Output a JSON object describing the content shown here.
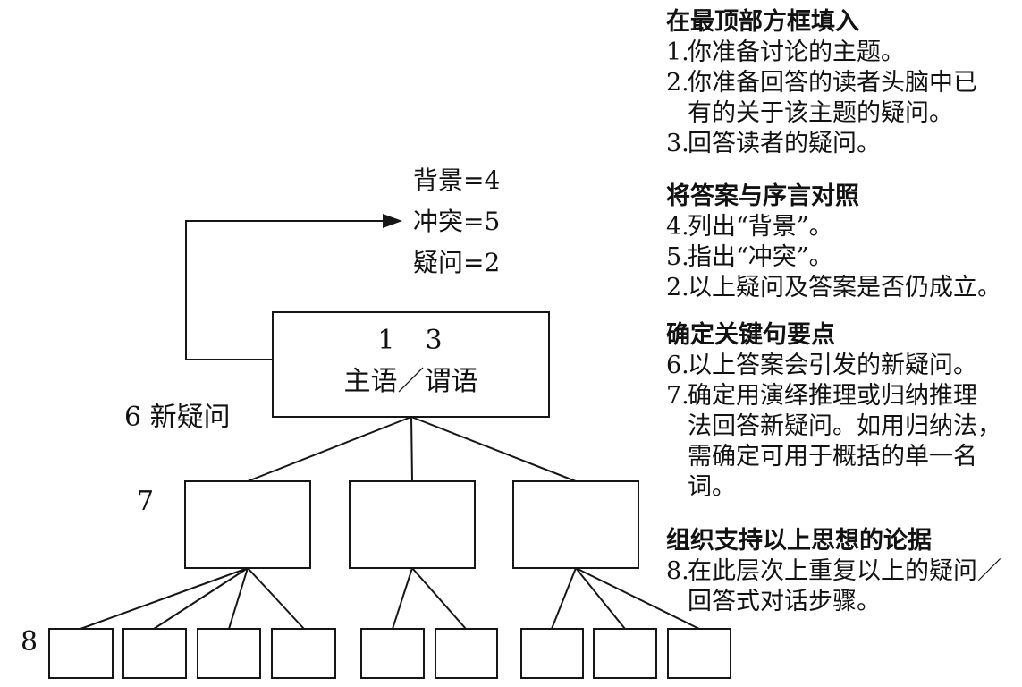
{
  "diagram": {
    "preface_labels": {
      "background": "背景=4",
      "conflict": "冲突=5",
      "question": "疑问=2"
    },
    "side_labels": {
      "new_question": "6 新疑问",
      "step7": "7",
      "step8": "8"
    },
    "top_box": {
      "numbers": "1　3",
      "text": "主语／谓语"
    }
  },
  "right_column": {
    "sections": [
      {
        "title": "在最顶部方框填入",
        "items": [
          {
            "num": "1.",
            "text": "你准备讨论的主题。"
          },
          {
            "num": "2.",
            "text": "你准备回答的读者头脑中已\n有的关于该主题的疑问。"
          },
          {
            "num": "3.",
            "text": "回答读者的疑问。"
          }
        ]
      },
      {
        "title": "将答案与序言对照",
        "items": [
          {
            "num": "4.",
            "text": "列出“背景”。"
          },
          {
            "num": "5.",
            "text": "指出“冲突”。"
          },
          {
            "num": "2.",
            "text": "以上疑问及答案是否仍成立。"
          }
        ]
      },
      {
        "title": "确定关键句要点",
        "items": [
          {
            "num": "6.",
            "text": "以上答案会引发的新疑问。"
          },
          {
            "num": "7.",
            "text": "确定用演绎推理或归纳推理\n法回答新疑问。如用归纳法，\n需确定可用于概括的单一名\n词。"
          }
        ]
      },
      {
        "title": "组织支持以上思想的论据",
        "items": [
          {
            "num": "8.",
            "text": "在此层次上重复以上的疑问／\n回答式对话步骤。"
          }
        ]
      }
    ]
  }
}
